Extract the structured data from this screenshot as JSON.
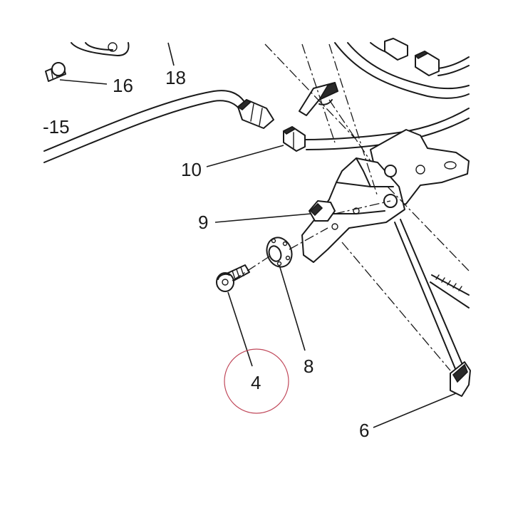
{
  "callouts": {
    "c16": "16",
    "c18": "18",
    "c15": "-15",
    "c10": "10",
    "c9": "9",
    "c8": "8",
    "c4": "4",
    "c6": "6"
  },
  "highlight": {
    "target": "4",
    "color": "#c0485a"
  }
}
